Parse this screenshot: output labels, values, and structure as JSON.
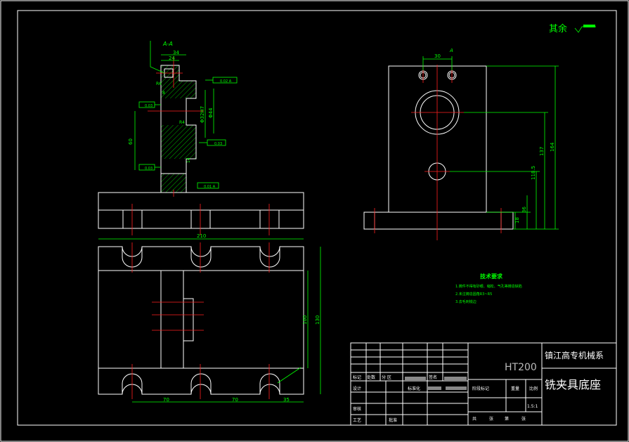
{
  "drawing": {
    "roughness_label": "其余",
    "section_label": "A-A",
    "arrow_label": "A",
    "dimensions": {
      "d34": "34",
      "d24": "24",
      "d30": "30",
      "d60": "60",
      "d210": "210",
      "d70a": "70",
      "d70b": "70",
      "d35": "35",
      "d100": "100",
      "d130": "130",
      "d137": "137",
      "d164": "164",
      "d1185": "118.5",
      "d36": "36",
      "d18": "18",
      "d44": "Φ44",
      "d32": "Φ32H7",
      "d14": "14",
      "r6": "R6",
      "r8": "8",
      "r4": "R4"
    },
    "tolerance_boxes": {
      "t1": "0.02 A",
      "t2": "0.03",
      "t3": "0.03",
      "t4": "0.03",
      "t5": "0.01 A"
    },
    "tech_title": "技术要求",
    "tech_notes": [
      "1.铸件不得有砂眼、缩松、气孔等铸造缺陷",
      "2.未注铸造圆角R3~R5",
      "3.去毛刺锐边"
    ]
  },
  "title_block": {
    "school": "镇江高专机械系",
    "material": "HT200",
    "part_name": "铣夹具底座",
    "scale": "1.5:1",
    "labels": {
      "biaoji": "标记",
      "chushu": "处数",
      "fenqu": "分 区",
      "qianming": "签名",
      "sheji": "设计",
      "biaozhunhua": "标准化",
      "jieduan": "阶段标记",
      "zhongliang": "重量",
      "bili": "比例",
      "shenhe": "审核",
      "gongyi": "工艺",
      "pizhun": "批准",
      "gong": "共",
      "zhang": "张",
      "di": "第",
      "zhang2": "张"
    }
  }
}
